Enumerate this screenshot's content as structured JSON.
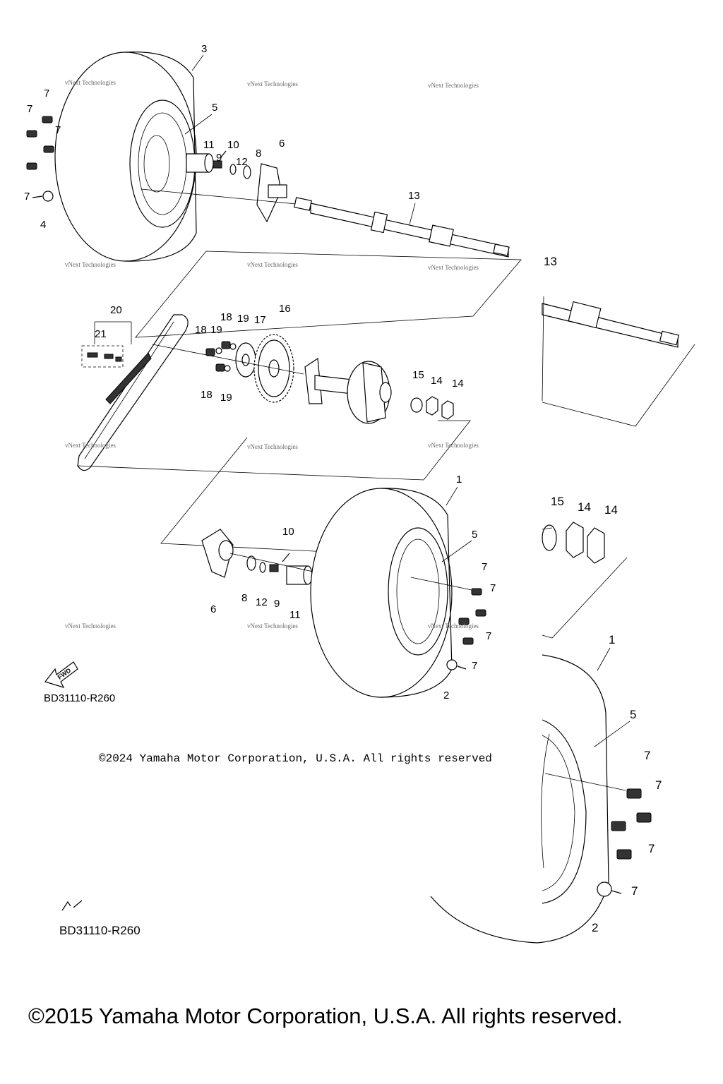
{
  "callouts": {
    "c1a": "1",
    "c1b": "1",
    "c2a": "2",
    "c2b": "2",
    "c3": "3",
    "c4": "4",
    "c5a": "5",
    "c5b": "5",
    "c5c": "5",
    "c6a": "6",
    "c6b": "6",
    "c7": "7",
    "c8a": "8",
    "c8b": "8",
    "c9a": "9",
    "c9b": "9",
    "c10a": "10",
    "c10b": "10",
    "c11a": "11",
    "c11b": "11",
    "c12a": "12",
    "c12b": "12",
    "c13a": "13",
    "c13b": "13",
    "c14": "14",
    "c15a": "15",
    "c15b": "15",
    "c16": "16",
    "c17": "17",
    "c18": "18",
    "c19": "19",
    "c20": "20",
    "c21": "21"
  },
  "watermark": "vNext Technologies",
  "fwd_label": "FWD",
  "diagram_code": "BD31110-R260",
  "copyright_2024": "©2024 Yamaha Motor Corporation, U.S.A. All rights reserved",
  "copyright_2015": "©2015 Yamaha Motor Corporation, U.S.A. All rights reserved."
}
